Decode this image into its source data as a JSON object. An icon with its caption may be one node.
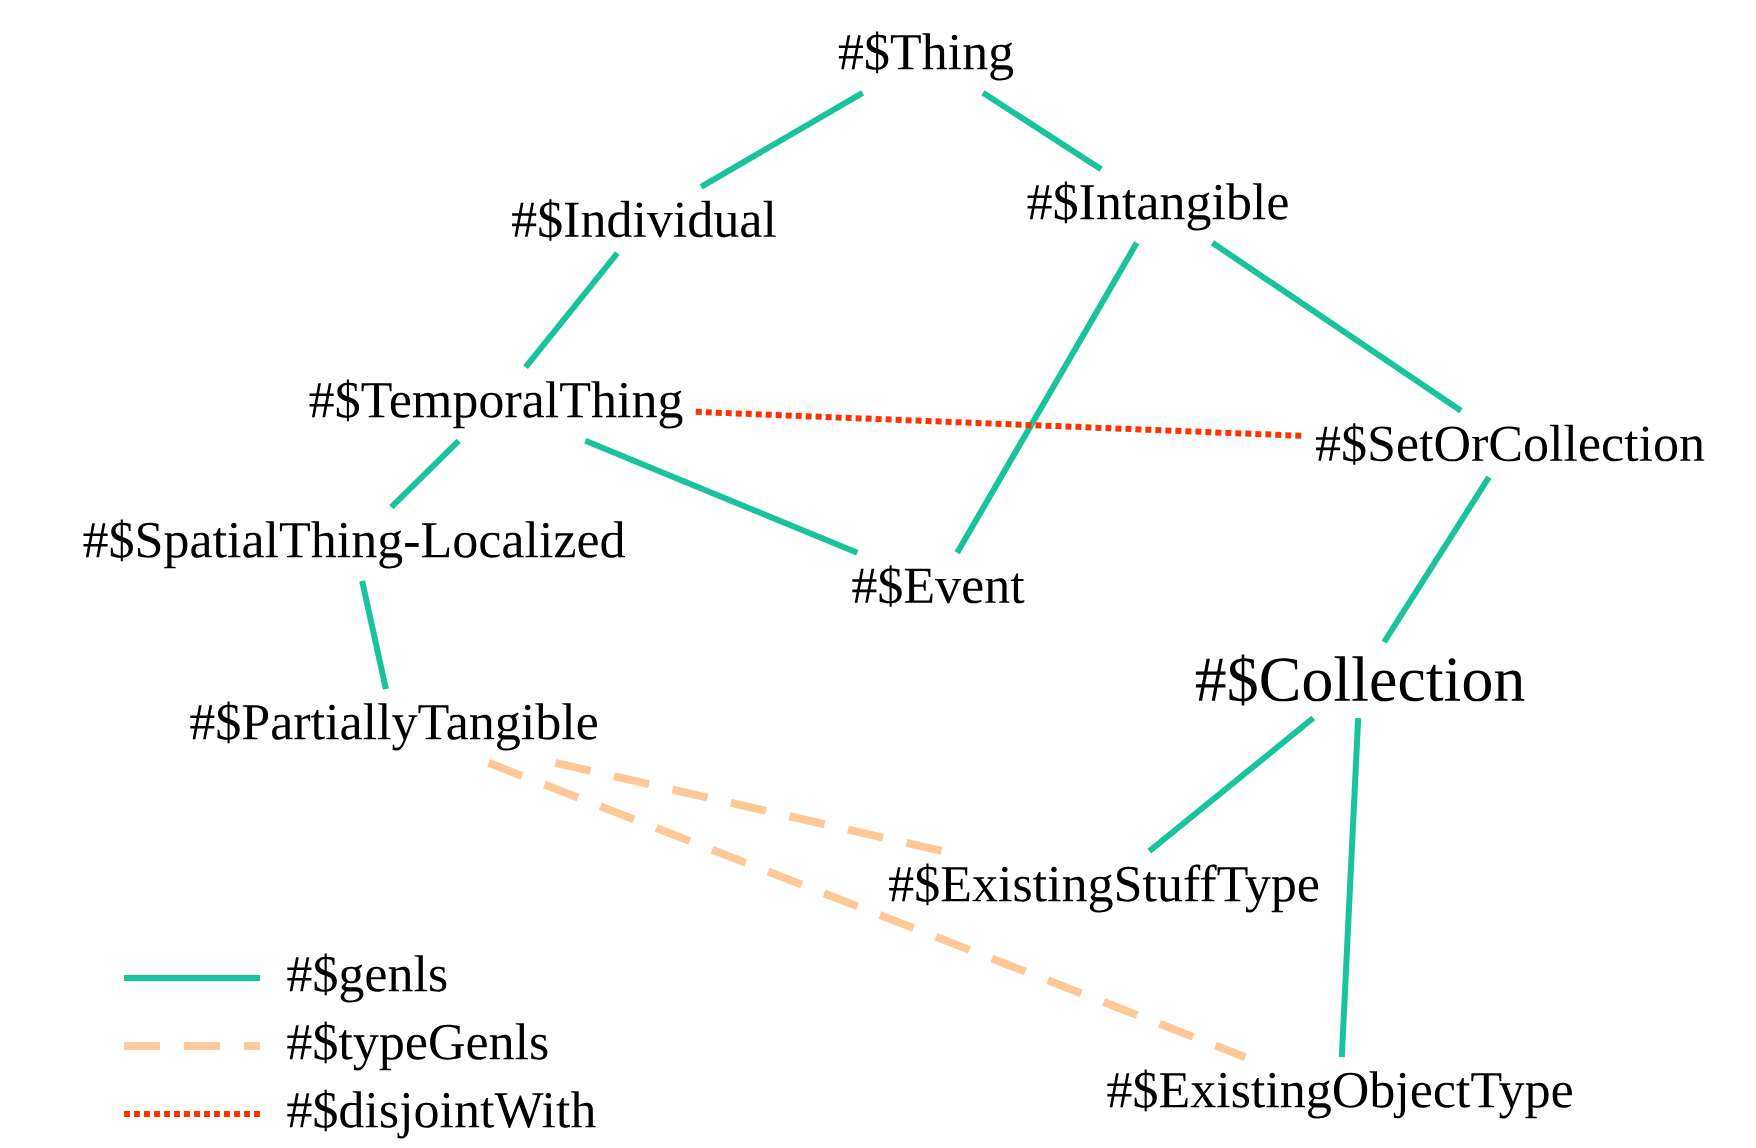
{
  "diagram": {
    "nodes": [
      {
        "text": [
          "#$Thing"
        ]
      },
      {
        "text": [
          "#$Individual"
        ]
      },
      {
        "text": [
          "#$Intangible"
        ]
      },
      {
        "text": [
          "#$TemporalThing"
        ]
      },
      {
        "text": [
          "#$SetOrCollection"
        ]
      },
      {
        "text": [
          "#$SpatialThing-Localized"
        ]
      },
      {
        "text": [
          "#$Event"
        ]
      },
      {
        "text": [
          "#$Collection"
        ]
      },
      {
        "text": [
          "#$PartiallyTangible"
        ]
      },
      {
        "text": [
          "#$ExistingStuffType"
        ]
      },
      {
        "text": [
          "#$ExistingObjectType"
        ]
      }
    ],
    "edges": [
      {
        "from": 0,
        "to": 1,
        "arrow": "none"
      },
      {
        "from": 0,
        "to": 2,
        "arrow": "none"
      },
      {
        "from": 1,
        "to": 3,
        "arrow": "none"
      },
      {
        "from": 2,
        "to": 6,
        "arrow": "none"
      },
      {
        "from": 2,
        "to": 4,
        "arrow": "none"
      },
      {
        "from": 3,
        "to": 5,
        "arrow": "none"
      },
      {
        "from": 3,
        "to": 6,
        "arrow": "none"
      },
      {
        "from": 5,
        "to": 8,
        "arrow": "none"
      },
      {
        "from": 4,
        "to": 7,
        "arrow": "none"
      },
      {
        "from": 7,
        "to": 9,
        "arrow": "none"
      },
      {
        "from": 7,
        "to": 10,
        "arrow": "none"
      },
      {
        "from": 8,
        "to": 9,
        "arrow": "none",
        "style": "dashed",
        "color": "#ffc896"
      },
      {
        "from": 8,
        "to": 10,
        "arrow": "none",
        "style": "dashed",
        "color": "#ffc896"
      },
      {
        "from": 3,
        "to": 4,
        "arrow": "none",
        "style": "dashed",
        "color": "#ff3300"
      }
    ],
    "legend": [
      {
        "text": "#$genls"
      },
      {
        "text": "#$typeGenls"
      },
      {
        "text": "#$disjointWith"
      }
    ]
  }
}
